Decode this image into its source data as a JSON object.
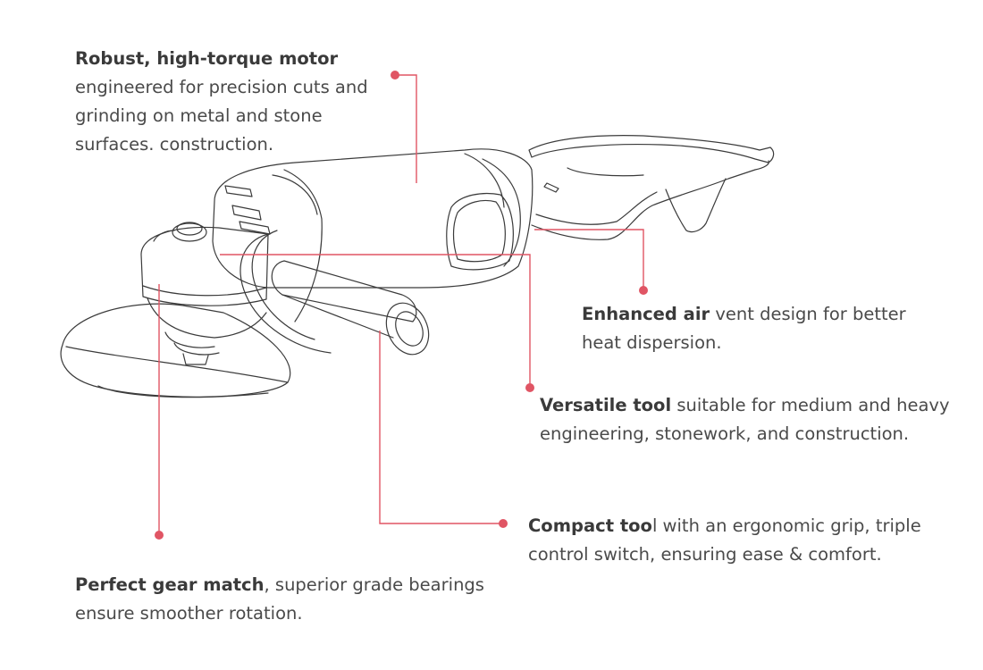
{
  "accent_color": "#e05564",
  "outline_color": "#3b3b3b",
  "illustration_icon": "angle-grinder-icon",
  "callouts": {
    "motor": {
      "bold": "Robust, high-torque motor",
      "rest": "engineered for precision cuts and grinding on metal and stone surfaces. construction."
    },
    "air": {
      "bold": "Enhanced air",
      "rest": " vent design for better heat dispersion."
    },
    "versatile": {
      "bold": "Versatile tool",
      "rest": " suitable for medium and heavy engineering, stonework, and construction."
    },
    "compact": {
      "bold": "Compact too",
      "rest": "l with an ergonomic grip, triple control switch, ensuring ease & comfort."
    },
    "gear": {
      "bold": "Perfect gear match",
      "rest": ", superior grade bearings ensure smoother rotation."
    }
  }
}
